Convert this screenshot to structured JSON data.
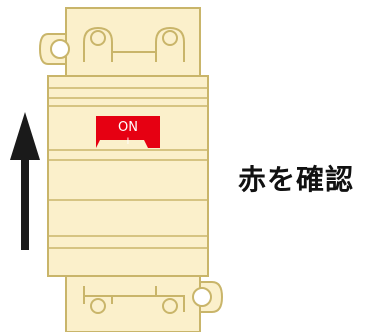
{
  "breaker": {
    "toggle_on_label": "ON",
    "toggle_mark": "I"
  },
  "caption": "赤を確認",
  "colors": {
    "body_fill": "#fbf0cb",
    "outline": "#c9b56a",
    "toggle_red": "#e60012",
    "toggle_text": "#ffffff",
    "arrow": "#1a1a1a"
  }
}
